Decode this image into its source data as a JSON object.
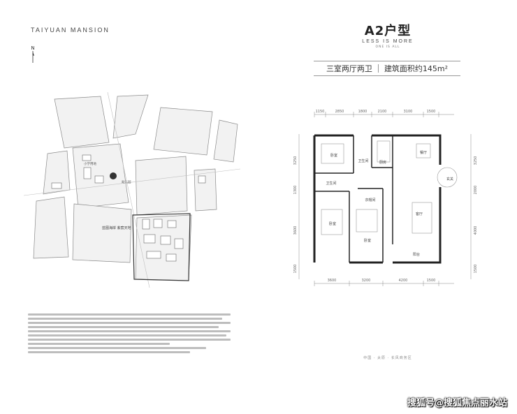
{
  "brand": "TAIYUAN MANSION",
  "north_label": "N",
  "title": "A2户型",
  "motto": "LESS IS MORE",
  "motto_sub": "ONE IS ALL",
  "spec": {
    "layout": "三室两厅两卫",
    "area": "建筑面积约145m²"
  },
  "site_labels": {
    "school": "小学用地",
    "kindergarten": "幼儿园",
    "project": "蓝图海岸\n紫宸天地"
  },
  "dimensions_top": [
    "1150",
    "2850",
    "1800",
    "2100",
    "3100",
    "1500"
  ],
  "dimensions_bottom": [
    "3600",
    "3200",
    "4200",
    "1500"
  ],
  "dimensions_left": [
    "3250",
    "1300",
    "3600",
    "1500"
  ],
  "dimensions_right": [
    "3250",
    "2000",
    "4000",
    "1500"
  ],
  "rooms": {
    "master_bedroom": "卧室",
    "bath1": "卫生间",
    "kitchen": "厨房",
    "dining": "餐厅",
    "bath2": "卫生间",
    "wardrobe": "衣帽间",
    "bedroom2": "卧室",
    "bedroom3": "卧室",
    "living": "客厅",
    "entrance": "玄关",
    "balcony": "阳台"
  },
  "footer_location": "中国 · 太原 · 长风商务区",
  "watermark": "搜狐号@搜狐焦点丽水站"
}
